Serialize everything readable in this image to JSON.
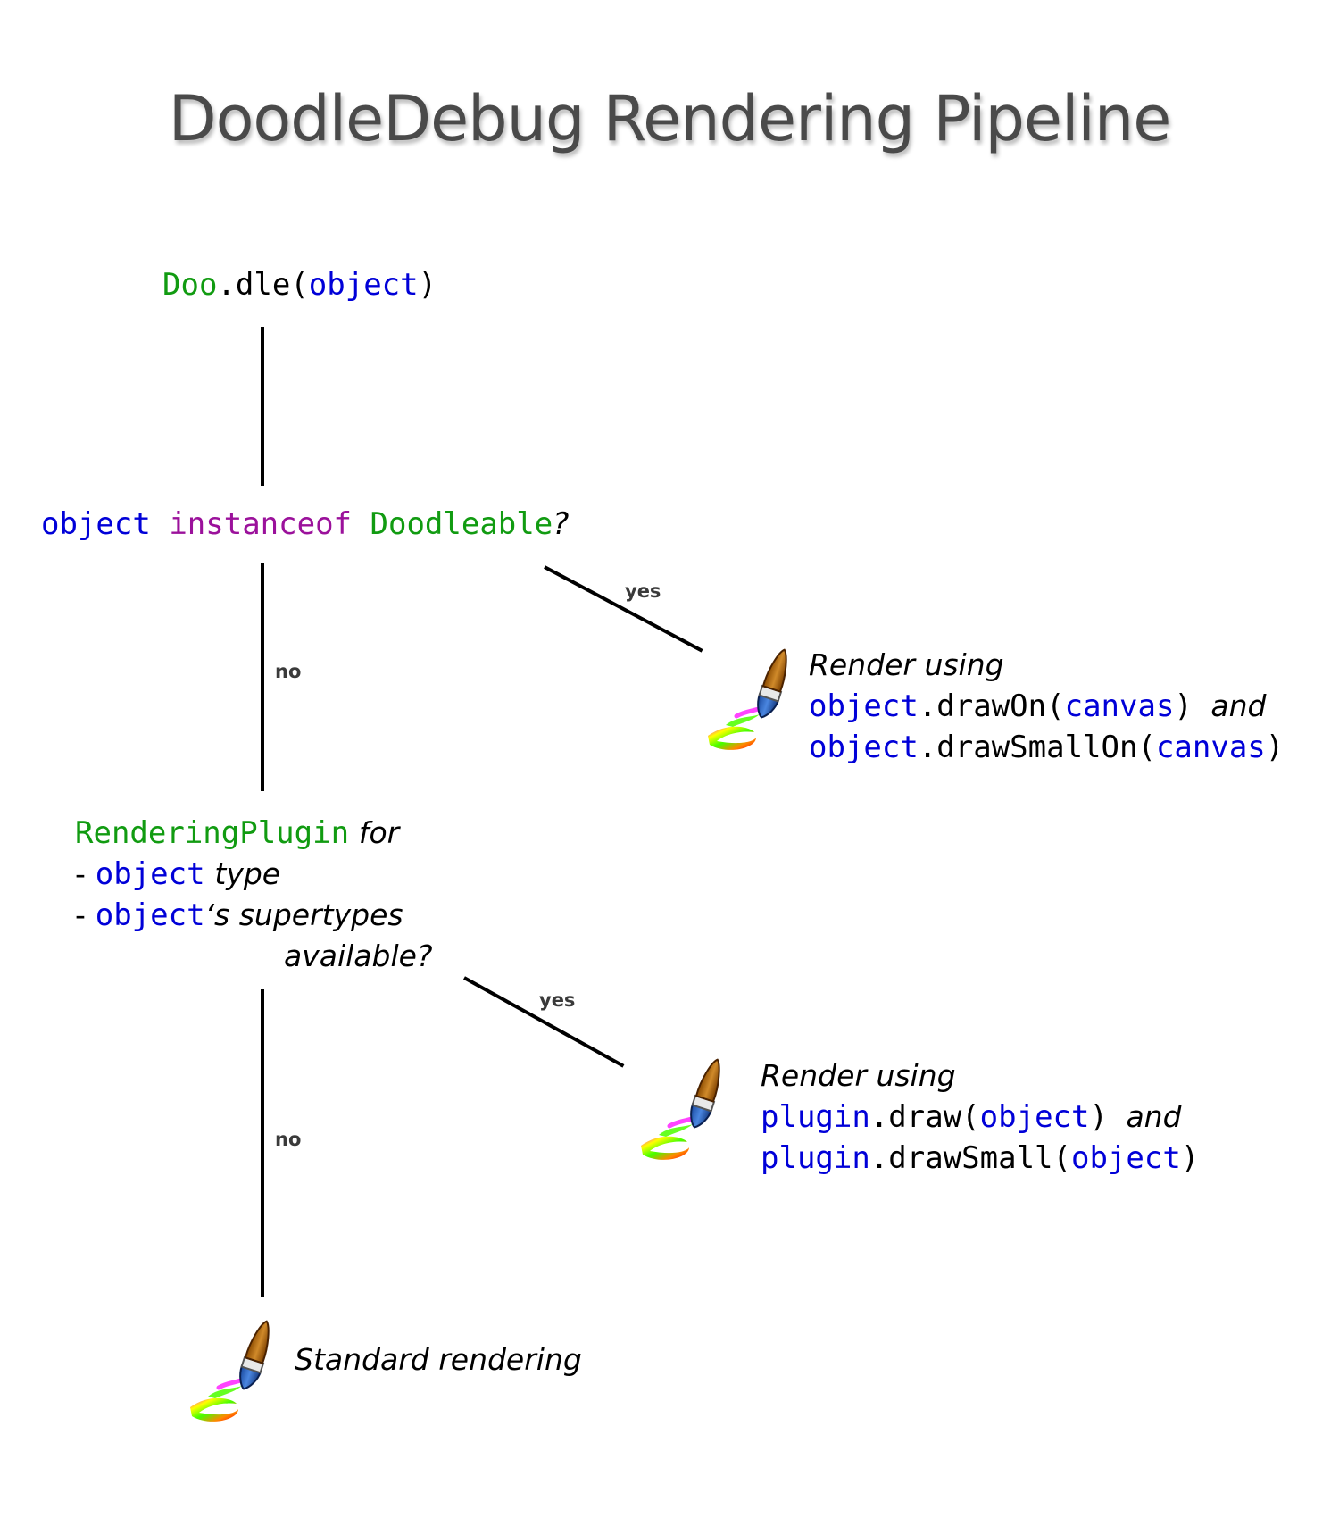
{
  "title": "DoodleDebug Rendering Pipeline",
  "start": {
    "cls": "Doo",
    "dot": ".dle(",
    "arg": "object",
    "close": ")"
  },
  "decision1": {
    "obj": "object",
    "kw": "instanceof",
    "type": "Doodleable",
    "q": "?"
  },
  "yes_label_1": "yes",
  "no_label_1": "no",
  "result1": {
    "heading": "Render using",
    "line1": {
      "obj": "object",
      "method": ".drawOn(",
      "arg": "canvas",
      "close": ")",
      "conj": "and"
    },
    "line2": {
      "obj": "object",
      "method": ".drawSmallOn(",
      "arg": "canvas",
      "close": ")"
    }
  },
  "decision2": {
    "plugin": "RenderingPlugin",
    "for": "for",
    "dash1": "-",
    "obj1": "object",
    "type": "type",
    "dash2": "-",
    "obj2": "object",
    "supertypes": "‘s supertypes",
    "available": "available?"
  },
  "yes_label_2": "yes",
  "no_label_2": "no",
  "result2": {
    "heading": "Render using",
    "line1": {
      "obj": "plugin",
      "method": ".draw(",
      "arg": "object",
      "close": ")",
      "conj": "and"
    },
    "line2": {
      "obj": "plugin",
      "method": ".drawSmall(",
      "arg": "object",
      "close": ")"
    }
  },
  "result3": {
    "text": "Standard rendering"
  },
  "colors": {
    "keyword_blue": "#0000d8",
    "type_green": "#119b11",
    "operator_purple": "#9b119b",
    "title_gray": "#4a4a4a"
  },
  "icons": [
    "paintbrush-icon",
    "paintbrush-icon",
    "paintbrush-icon"
  ]
}
